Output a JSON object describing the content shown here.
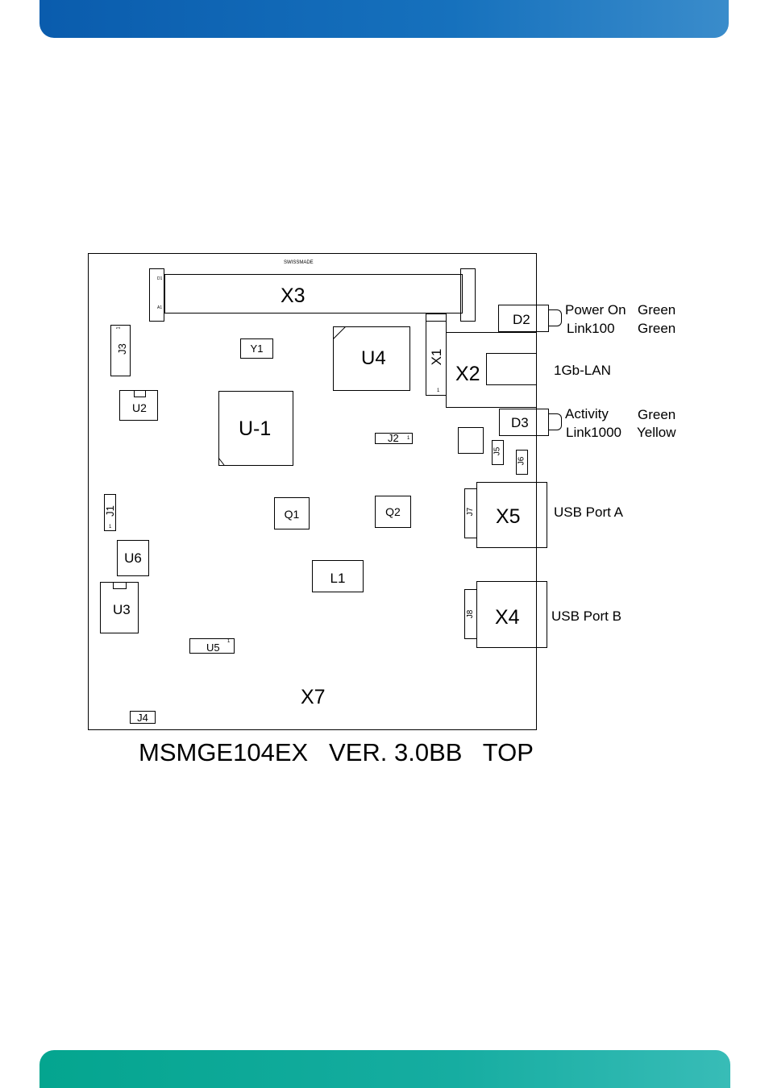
{
  "header": {
    "color": "#0a5cad"
  },
  "footer": {
    "color": "#04a58f"
  },
  "board": {
    "swiss_made": "SWISSMADE",
    "pin_d1": "D1",
    "pin_a1": "A1",
    "pin_one": "1",
    "caption": "MSMGE104EX   VER. 3.0BB   TOP"
  },
  "components": {
    "x3": "X3",
    "x1": "X1",
    "x2": "X2",
    "d2": "D2",
    "d3": "D3",
    "y1": "Y1",
    "u4": "U4",
    "j3": "J3",
    "u2": "U2",
    "u1": "U-1",
    "j2": "J2",
    "j5": "J5",
    "j6": "J6",
    "j1": "J1",
    "q1": "Q1",
    "q2": "Q2",
    "j7": "J7",
    "x5": "X5",
    "u6": "U6",
    "l1": "L1",
    "u3": "U3",
    "j8": "J8",
    "x4": "X4",
    "u5": "U5",
    "x7": "X7",
    "j4": "J4"
  },
  "labels": {
    "power_on": "Power On",
    "power_on_color": "Green",
    "link100": "Link100",
    "link100_color": "Green",
    "lan": "1Gb-LAN",
    "activity": "Activity",
    "activity_color": "Green",
    "link1000": "Link1000",
    "link1000_color": "Yellow",
    "usb_a": "USB Port A",
    "usb_b": "USB Port B"
  }
}
